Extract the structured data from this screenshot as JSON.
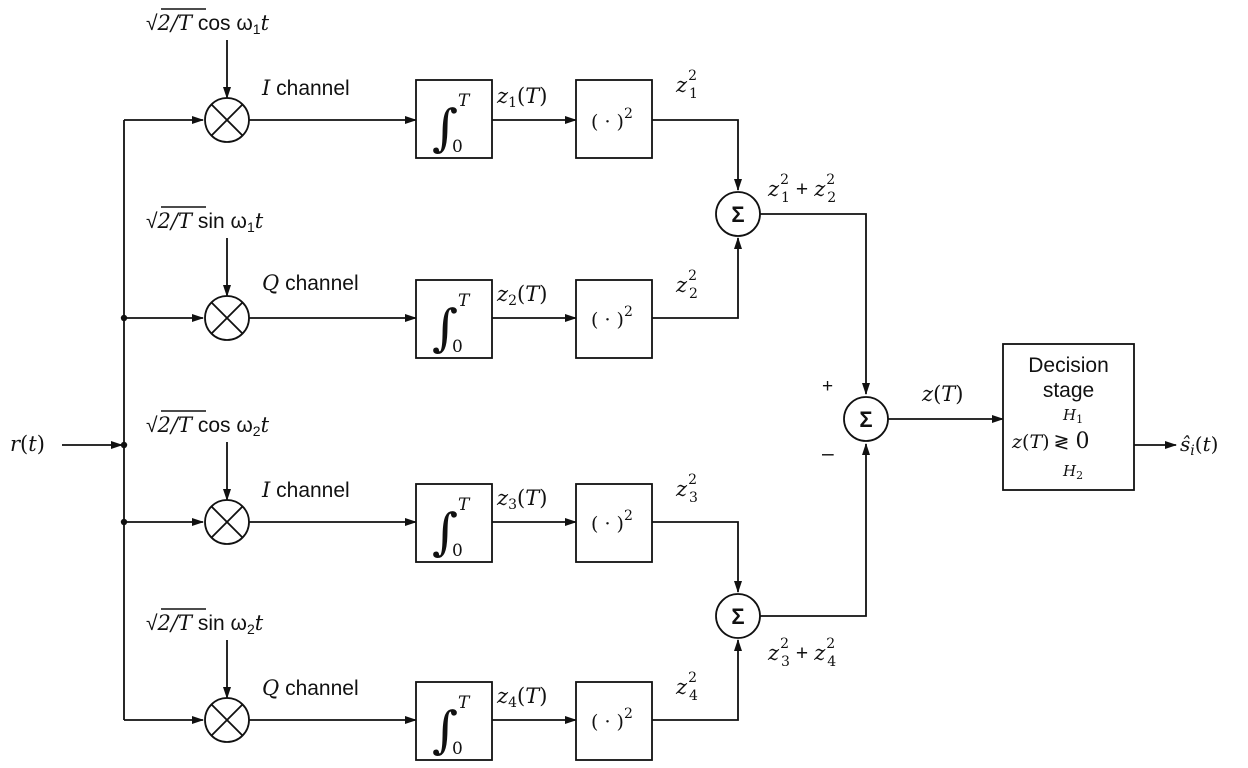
{
  "input": {
    "r": "r",
    "paren_t_open": "(",
    "t": "t",
    "paren_close": ")"
  },
  "branches": [
    {
      "osc_sqrt": "2/T",
      "osc_fn": "cos",
      "osc_omega": "ω",
      "osc_sub": "1",
      "osc_t": "t",
      "channel_letter": "I",
      "channel_word": "channel",
      "int_upper": "T",
      "int_lower": "0",
      "z_base": "z",
      "z_sub": "1",
      "z_arg_open": "(",
      "z_arg": "T",
      "z_arg_close": ")",
      "square": "( · )",
      "square_exp": "2",
      "sq_base": "z",
      "sq_sub": "1",
      "sq_sup": "2"
    },
    {
      "osc_sqrt": "2/T",
      "osc_fn": "sin",
      "osc_omega": "ω",
      "osc_sub": "1",
      "osc_t": "t",
      "channel_letter": "Q",
      "channel_word": "channel",
      "int_upper": "T",
      "int_lower": "0",
      "z_base": "z",
      "z_sub": "2",
      "z_arg_open": "(",
      "z_arg": "T",
      "z_arg_close": ")",
      "square": "( · )",
      "square_exp": "2",
      "sq_base": "z",
      "sq_sub": "2",
      "sq_sup": "2"
    },
    {
      "osc_sqrt": "2/T",
      "osc_fn": "cos",
      "osc_omega": "ω",
      "osc_sub": "2",
      "osc_t": "t",
      "channel_letter": "I",
      "channel_word": "channel",
      "int_upper": "T",
      "int_lower": "0",
      "z_base": "z",
      "z_sub": "3",
      "z_arg_open": "(",
      "z_arg": "T",
      "z_arg_close": ")",
      "square": "( · )",
      "square_exp": "2",
      "sq_base": "z",
      "sq_sub": "3",
      "sq_sup": "2"
    },
    {
      "osc_sqrt": "2/T",
      "osc_fn": "sin",
      "osc_omega": "ω",
      "osc_sub": "2",
      "osc_t": "t",
      "channel_letter": "Q",
      "channel_word": "channel",
      "int_upper": "T",
      "int_lower": "0",
      "z_base": "z",
      "z_sub": "4",
      "z_arg_open": "(",
      "z_arg": "T",
      "z_arg_close": ")",
      "square": "( · )",
      "square_exp": "2",
      "sq_base": "z",
      "sq_sub": "4",
      "sq_sup": "2"
    }
  ],
  "sum_top": {
    "symbol": "Σ",
    "a_base": "z",
    "a_sub": "1",
    "a_sup": "2",
    "plus": "+",
    "b_base": "z",
    "b_sub": "2",
    "b_sup": "2"
  },
  "sum_bottom": {
    "symbol": "Σ",
    "a_base": "z",
    "a_sub": "3",
    "a_sup": "2",
    "plus": "+",
    "b_base": "z",
    "b_sub": "4",
    "b_sup": "2"
  },
  "sum_final": {
    "symbol": "Σ",
    "plus_sign": "+",
    "minus_sign": "–"
  },
  "z_output": {
    "z": "z",
    "open": "(",
    "T": "T",
    "close": ")"
  },
  "decision": {
    "line1": "Decision",
    "line2": "stage",
    "rule_z": "z",
    "rule_open": "(",
    "rule_T": "T",
    "rule_close": ")",
    "rule_rel": "≷",
    "rule_zero": "0",
    "h1_base": "H",
    "h1_sub": "1",
    "h2_base": "H",
    "h2_sub": "2"
  },
  "output": {
    "s": "ŝ",
    "s_sub": "i",
    "open": "(",
    "t": "t",
    "close": ")"
  }
}
